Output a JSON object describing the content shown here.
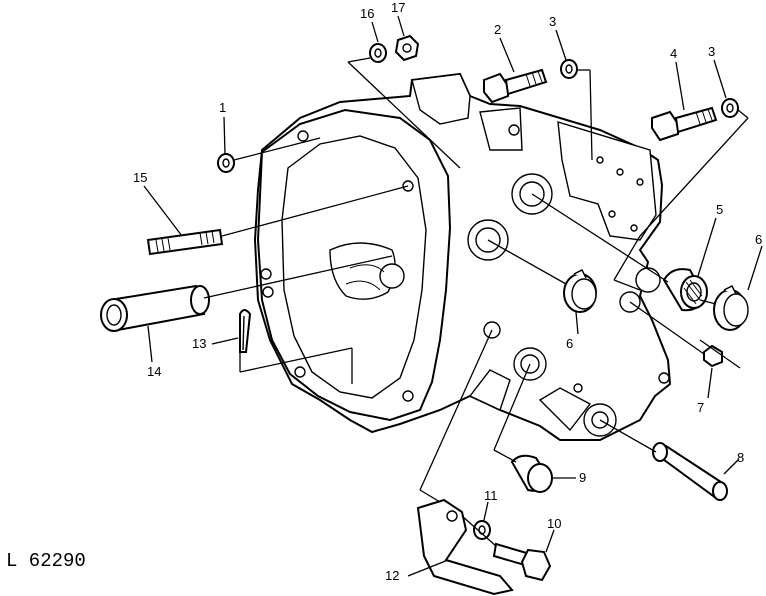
{
  "figure_id": "L 62290",
  "callouts": [
    {
      "id": "c1",
      "label": "1"
    },
    {
      "id": "c2",
      "label": "2"
    },
    {
      "id": "c3a",
      "label": "3"
    },
    {
      "id": "c3b",
      "label": "3"
    },
    {
      "id": "c4",
      "label": "4"
    },
    {
      "id": "c5",
      "label": "5"
    },
    {
      "id": "c6a",
      "label": "6"
    },
    {
      "id": "c6b",
      "label": "6"
    },
    {
      "id": "c7",
      "label": "7"
    },
    {
      "id": "c8",
      "label": "8"
    },
    {
      "id": "c9",
      "label": "9"
    },
    {
      "id": "c10",
      "label": "10"
    },
    {
      "id": "c11",
      "label": "11"
    },
    {
      "id": "c12",
      "label": "12"
    },
    {
      "id": "c13",
      "label": "13"
    },
    {
      "id": "c14",
      "label": "14"
    },
    {
      "id": "c15",
      "label": "15"
    },
    {
      "id": "c16",
      "label": "16"
    },
    {
      "id": "c17",
      "label": "17"
    }
  ]
}
